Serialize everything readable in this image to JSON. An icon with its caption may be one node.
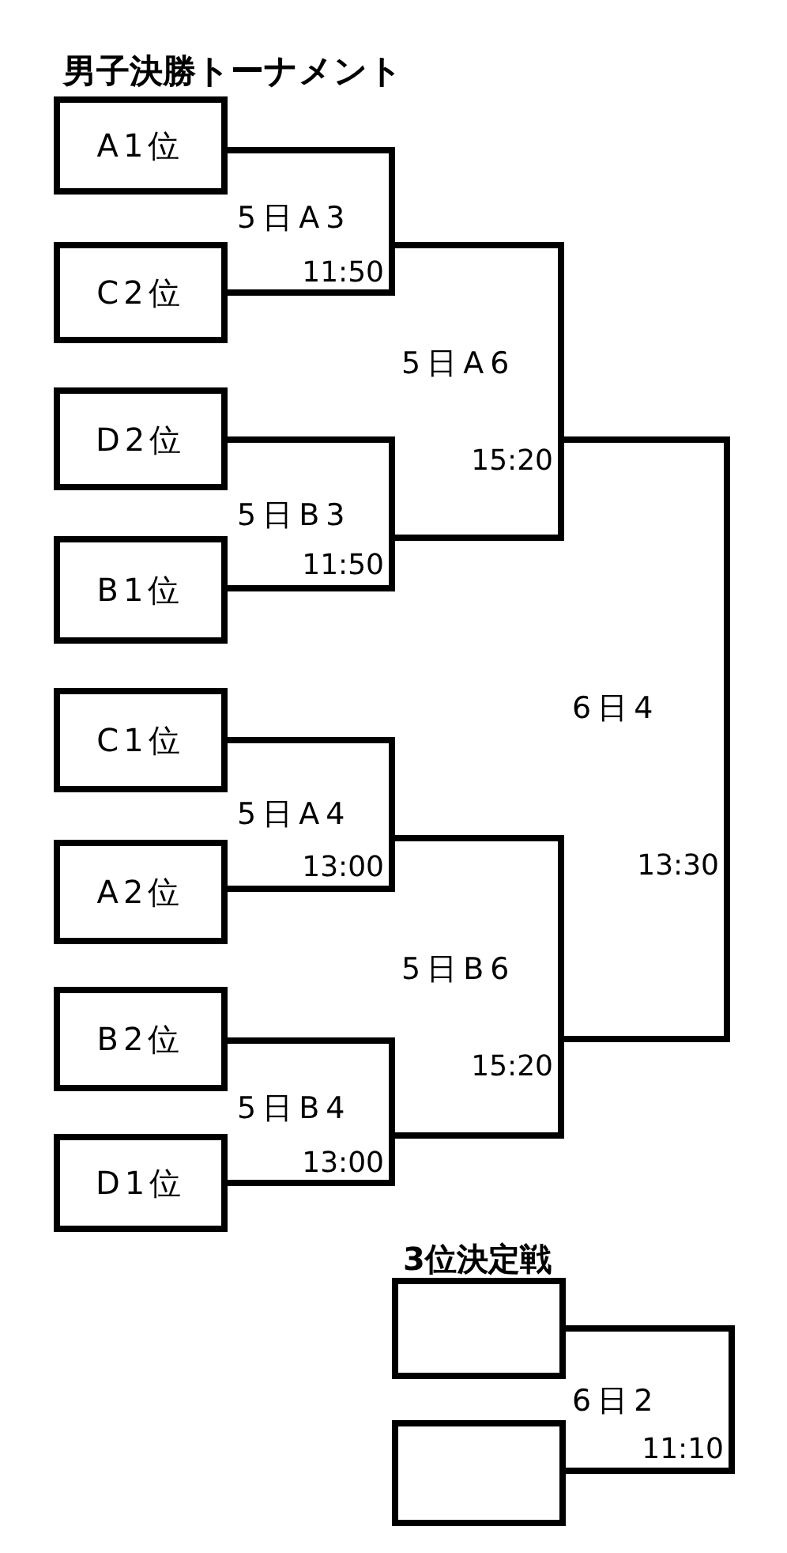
{
  "diagram": {
    "title": "男子決勝トーナメント",
    "nodes": [
      {
        "text": [
          "A1位"
        ]
      },
      {
        "text": [
          "5日A3",
          "11:50"
        ]
      },
      {
        "text": [
          "C2位"
        ]
      },
      {
        "text": [
          "5日A6",
          "15:20"
        ]
      },
      {
        "text": [
          "D2位"
        ]
      },
      {
        "text": [
          "5日B3",
          "11:50"
        ]
      },
      {
        "text": [
          "B1位"
        ]
      },
      {
        "text": [
          "C1位"
        ]
      },
      {
        "text": [
          "6日4",
          "13:30"
        ]
      },
      {
        "text": [
          "5日A4",
          "13:00"
        ]
      },
      {
        "text": [
          "A2位"
        ]
      },
      {
        "text": [
          "5日B6",
          "15:20"
        ]
      },
      {
        "text": [
          "B2位"
        ]
      },
      {
        "text": [
          "5日B4",
          "13:00"
        ]
      },
      {
        "text": [
          "D1位"
        ]
      },
      {
        "text": [],
        "shape": "box"
      },
      {
        "text": [
          "6日2",
          "11:10"
        ]
      },
      {
        "text": [],
        "shape": "box"
      }
    ],
    "edges": [
      {
        "from": 0,
        "to": 1,
        "arrow": "none"
      },
      {
        "from": 2,
        "to": 1,
        "arrow": "none"
      },
      {
        "from": 4,
        "to": 5,
        "arrow": "none"
      },
      {
        "from": 6,
        "to": 5,
        "arrow": "none"
      },
      {
        "from": 1,
        "to": 3,
        "arrow": "none"
      },
      {
        "from": 5,
        "to": 3,
        "arrow": "none"
      },
      {
        "from": 7,
        "to": 9,
        "arrow": "none"
      },
      {
        "from": 10,
        "to": 9,
        "arrow": "none"
      },
      {
        "from": 12,
        "to": 13,
        "arrow": "none"
      },
      {
        "from": 14,
        "to": 13,
        "arrow": "none"
      },
      {
        "from": 9,
        "to": 11,
        "arrow": "none"
      },
      {
        "from": 13,
        "to": 11,
        "arrow": "none"
      },
      {
        "from": 3,
        "to": 8,
        "arrow": "none"
      },
      {
        "from": 11,
        "to": 8,
        "arrow": "none"
      },
      {
        "from": 15,
        "to": 16,
        "arrow": "none"
      },
      {
        "from": 17,
        "to": 16,
        "arrow": "none"
      }
    ],
    "labels": [
      "3位決定戦"
    ]
  }
}
